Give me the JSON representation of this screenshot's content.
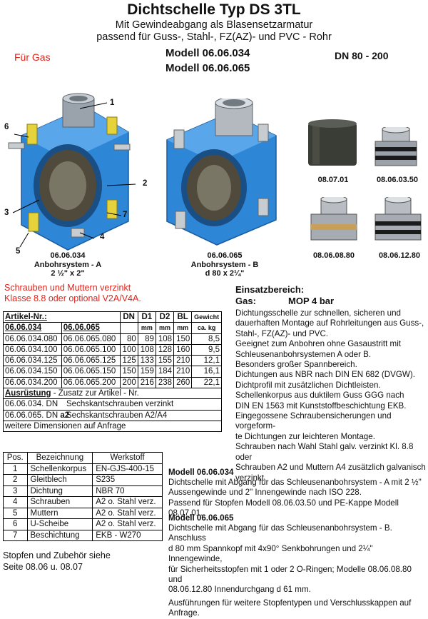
{
  "header": {
    "title": "Dichtschelle Typ DS 3TL",
    "subtitle1": "Mit Gewindeabgang als Blasensetzarmatur",
    "subtitle2": "passend für Guss-, Stahl-, FZ(AZ)- und PVC - Rohr",
    "gas_label": "Für Gas",
    "model1": "Modell 06.06.034",
    "model2": "Modell 06.06.065",
    "dn_range": "DN 80 - 200"
  },
  "figures": {
    "clamp_a_caption": [
      "06.06.034",
      "Anbohrsystem - A",
      "2 ½\" x 2\""
    ],
    "clamp_b_caption": [
      "06.06.065",
      "Anbohrsystem - B",
      "d 80 x 2¼\""
    ],
    "callouts": [
      "1",
      "2",
      "3",
      "4",
      "5",
      "6",
      "7"
    ],
    "plugs": [
      "08.07.01",
      "08.06.03.50",
      "08.06.08.80",
      "08.06.12.80"
    ]
  },
  "colors": {
    "accent_red": "#e2231a",
    "clamp_blue": "#2e86d6"
  },
  "bolts_note": [
    "Schrauben und Muttern verzinkt",
    "Klasse 8.8 oder optional V2A/V4A."
  ],
  "articles": {
    "headers": [
      "Artikel-Nr.:",
      "DN",
      "D1",
      "D2",
      "BL",
      "Gewicht"
    ],
    "subheaders": [
      "06.06.034",
      "06.06.065",
      "",
      "mm",
      "mm",
      "mm",
      "ca. kg"
    ],
    "rows": [
      [
        "06.06.034.080",
        "06.06.065.080",
        "80",
        "89",
        "108",
        "150",
        "8,5"
      ],
      [
        "06.06.034.100",
        "06.06.065.100",
        "100",
        "108",
        "128",
        "160",
        "9,5"
      ],
      [
        "06.06.034.125",
        "06.06.065.125",
        "125",
        "133",
        "155",
        "210",
        "12,1"
      ],
      [
        "06.06.034.150",
        "06.06.065.150",
        "150",
        "159",
        "184",
        "210",
        "16,1"
      ],
      [
        "06.06.034.200",
        "06.06.065.200",
        "200",
        "216",
        "238",
        "260",
        "22,1"
      ]
    ],
    "equipment_title": "Ausrüstung",
    "equipment_suffix": " - Zusatz zur Artikel - Nr.",
    "equipment": [
      {
        "code": "06.06.034. DN",
        "code_suffix": "",
        "desc": "Sechskantschrauben verzinkt"
      },
      {
        "code": "06.06.065. DN ",
        "code_suffix": "a2",
        "desc": "Sechskantschrauben A2/A4"
      }
    ],
    "more_dims": "weitere Dimensionen auf Anfrage"
  },
  "parts": {
    "headers": [
      "Pos.",
      "Bezeichnung",
      "Werkstoff"
    ],
    "rows": [
      [
        "1",
        "Schellenkorpus",
        "EN-GJS-400-15"
      ],
      [
        "2",
        "Gleitblech",
        "S235"
      ],
      [
        "3",
        "Dichtung",
        "NBR  70"
      ],
      [
        "4",
        "Schrauben",
        "A2 o. Stahl verz."
      ],
      [
        "5",
        "Muttern",
        "A2 o. Stahl verz."
      ],
      [
        "6",
        "U-Scheibe",
        "A2 o. Stahl verz."
      ],
      [
        "7",
        "Beschichtung",
        "EKB - W270"
      ]
    ]
  },
  "footer_note": [
    "Stopfen und Zubehör siehe",
    "Seite 08.06 u. 08.07"
  ],
  "application": {
    "title": "Einsatzbereich:",
    "gas_key": "Gas:",
    "gas_value": "MOP 4 bar",
    "lines": [
      "Dichtungsschelle zur schnellen, sicheren und",
      "dauerhaften Montage auf Rohrleitungen aus Guss-,",
      "Stahl-, FZ(AZ)- und PVC.",
      "Geeignet zum Anbohren ohne Gasaustritt mit",
      "Schleusenanbohrsystemen A oder B.",
      "Besonders großer Spannbereich.",
      "Dichtungen aus NBR nach DIN EN 682 (DVGW).",
      "Dichtprofil mit zusätzlichen Dichtleisten.",
      "Schellenkorpus aus duktilem Guss GGG nach",
      "DIN EN 1563 mit Kunststoffbeschichtung EKB.",
      "Eingegossene Schraubensicherungen und vorgeform-",
      "te Dichtungen zur leichteren Montage.",
      "Schrauben nach Wahl Stahl galv. verzinkt Kl. 8.8 oder",
      "Schrauben A2 und Muttern A4 zusätzlich galvanisch",
      "verzinkt."
    ]
  },
  "model_034": {
    "title": "Modell 06.06.034",
    "lines": [
      "Dichtschelle mit Abgang für das Schleusenanbohrsystem - A mit 2 ½\"",
      "Aussengewinde und 2\" Innengewinde nach ISO 228.",
      "Passend für Stopfen Modell 08.06.03.50 und PE-Kappe Modell 08.07.01."
    ]
  },
  "model_065": {
    "title": "Modell 06.06.065",
    "lines": [
      "Dichtschelle mit Abgang für das Schleusenanbohrsystem - B. Anschluss",
      "d 80 mm Spannkopf mit 4x90° Senkbohrungen und 2¼\" Innengewinde,",
      "für Sicherheitsstopfen mit 1 oder 2 O-Ringen; Modelle 08.06.08.80 und",
      "08.06.12.80  Innendurchgang d 61 mm.",
      "Ausführungen für weitere Stopfentypen und Verschlusskappen auf",
      "Anfrage."
    ]
  }
}
